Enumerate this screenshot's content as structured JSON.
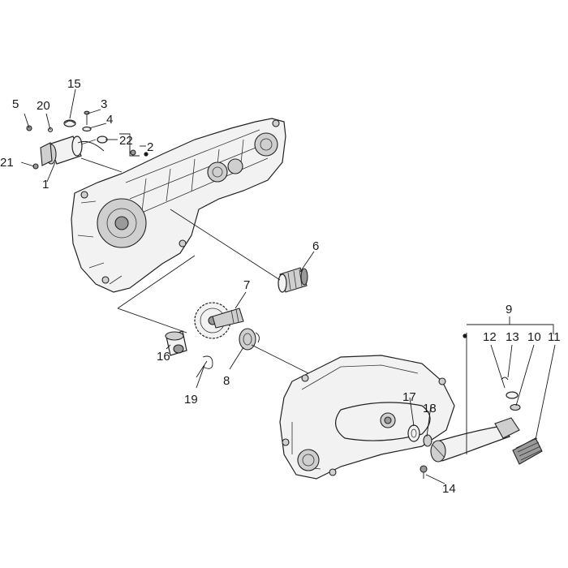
{
  "callouts": [
    {
      "id": "c1",
      "text": "1"
    },
    {
      "id": "c2",
      "text": "2"
    },
    {
      "id": "c3",
      "text": "3"
    },
    {
      "id": "c4",
      "text": "4"
    },
    {
      "id": "c5",
      "text": "5"
    },
    {
      "id": "c6",
      "text": "6"
    },
    {
      "id": "c7",
      "text": "7"
    },
    {
      "id": "c8",
      "text": "8"
    },
    {
      "id": "c9",
      "text": "9"
    },
    {
      "id": "c10",
      "text": "10"
    },
    {
      "id": "c11",
      "text": "11"
    },
    {
      "id": "c12",
      "text": "12"
    },
    {
      "id": "c13",
      "text": "13"
    },
    {
      "id": "c14",
      "text": "14"
    },
    {
      "id": "c15",
      "text": "15"
    },
    {
      "id": "c16",
      "text": "16"
    },
    {
      "id": "c17",
      "text": "17"
    },
    {
      "id": "c18",
      "text": "18"
    },
    {
      "id": "c19",
      "text": "19"
    },
    {
      "id": "c20",
      "text": "20"
    },
    {
      "id": "c21",
      "text": "21"
    },
    {
      "id": "c22",
      "text": "22"
    }
  ],
  "colors": {
    "line": "#1a1a1a",
    "part_fill": "#f2f2f2",
    "part_dark": "#9a9a9a"
  }
}
